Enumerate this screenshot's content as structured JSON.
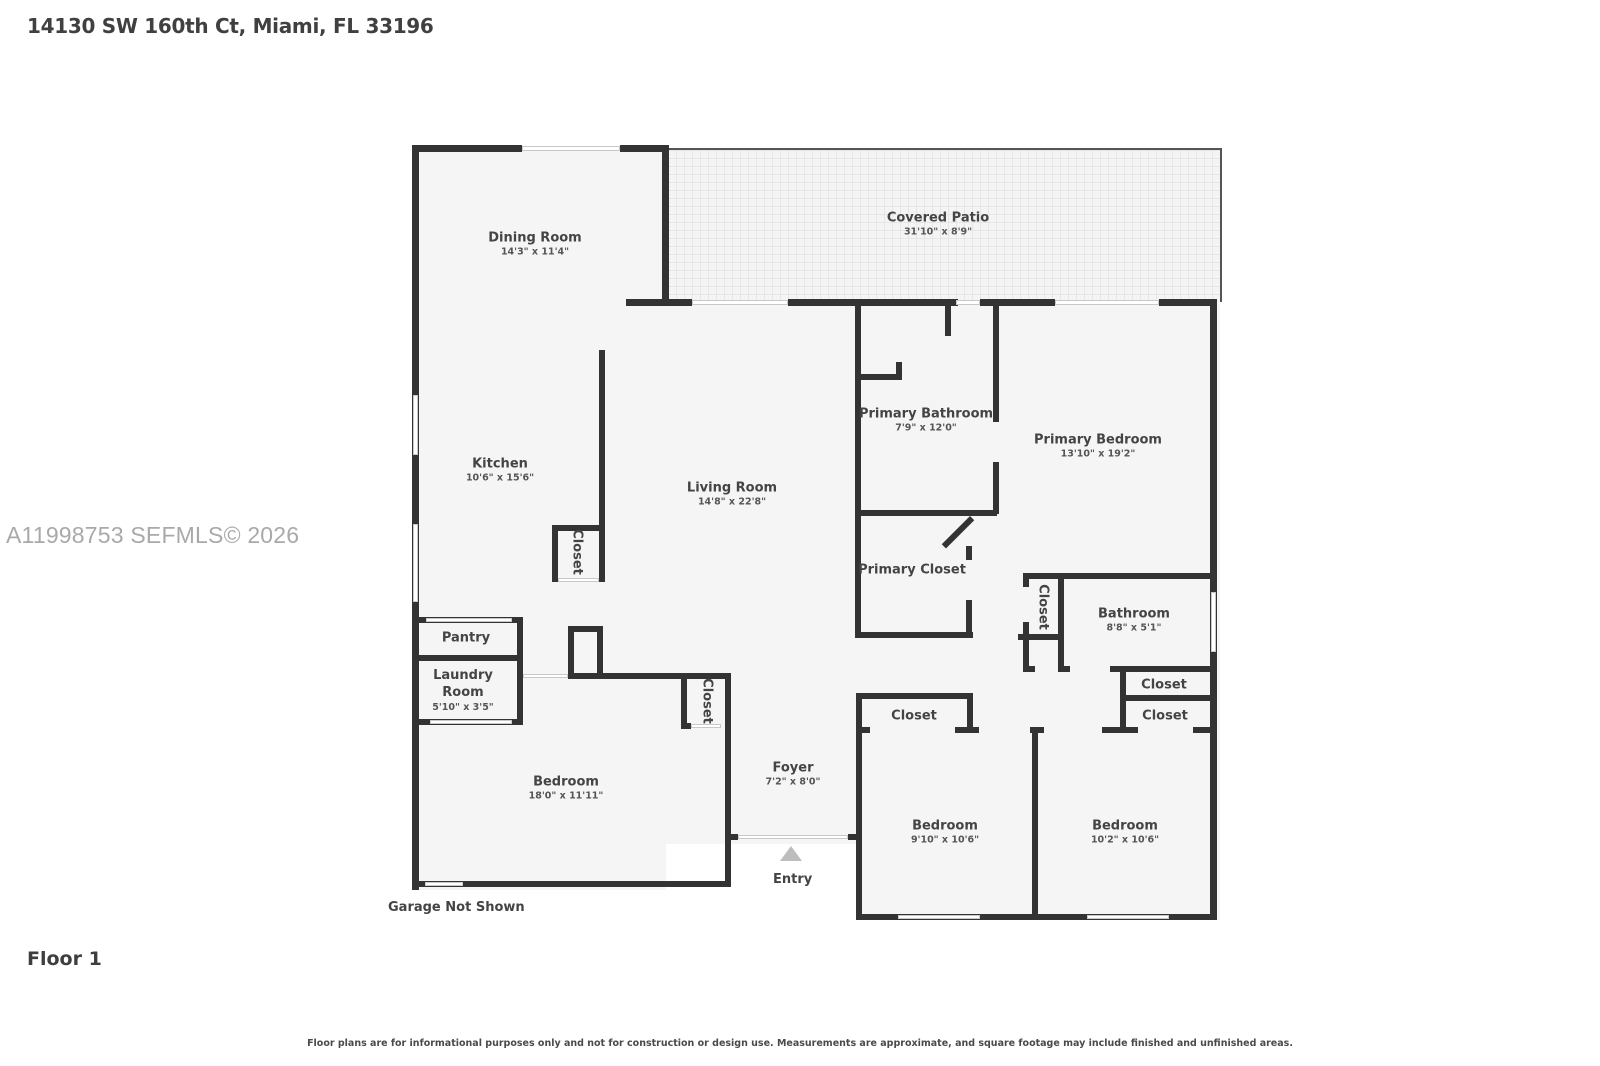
{
  "header": {
    "address": "14130 SW 160th Ct, Miami, FL 33196"
  },
  "watermark": "A11998753  SEFMLS© 2026",
  "floor_label": "Floor 1",
  "disclaimer": "Floor plans are for informational purposes only and not for construction or design use. Measurements are approximate, and square footage may include finished and unfinished areas.",
  "notes": {
    "garage": "Garage Not Shown",
    "entry": "Entry"
  },
  "colors": {
    "wall": "#333333",
    "floor": "#f5f5f5",
    "watermark": "#a9a9a9",
    "entry_arrow": "#bdbdbd"
  },
  "rooms": [
    {
      "name": "Dining Room",
      "dims": "14'3\" x 11'4\""
    },
    {
      "name": "Covered Patio",
      "dims": "31'10\" x 8'9\""
    },
    {
      "name": "Kitchen",
      "dims": "10'6\" x 15'6\""
    },
    {
      "name": "Living Room",
      "dims": "14'8\" x 22'8\""
    },
    {
      "name": "Primary Bathroom",
      "dims": "7'9\" x 12'0\""
    },
    {
      "name": "Primary Bedroom",
      "dims": "13'10\" x 19'2\""
    },
    {
      "name": "Primary Closet",
      "dims": ""
    },
    {
      "name": "Bathroom",
      "dims": "8'8\" x 5'1\""
    },
    {
      "name": "Pantry",
      "dims": ""
    },
    {
      "name": "Laundry Room",
      "dims": "5'10\" x 3'5\""
    },
    {
      "name": "Bedroom",
      "dims": "18'0\" x 11'11\""
    },
    {
      "name": "Foyer",
      "dims": "7'2\" x 8'0\""
    },
    {
      "name": "Bedroom",
      "dims": "9'10\" x 10'6\""
    },
    {
      "name": "Bedroom",
      "dims": "10'2\" x 10'6\""
    },
    {
      "name": "Closet",
      "dims": ""
    },
    {
      "name": "Closet",
      "dims": ""
    },
    {
      "name": "Closet",
      "dims": ""
    },
    {
      "name": "Closet",
      "dims": ""
    },
    {
      "name": "Closet",
      "dims": ""
    },
    {
      "name": "Closet",
      "dims": ""
    }
  ]
}
